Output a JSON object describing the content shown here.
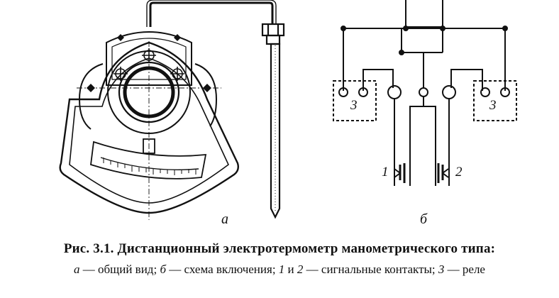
{
  "figure": {
    "label_a": "а",
    "label_b": "б",
    "relay_label": "3",
    "contact_1": "1",
    "contact_2": "2"
  },
  "caption": {
    "line1": "Рис. 3.1. Дистанционный электротермометр манометрического типа:",
    "line2_a_key": "а",
    "line2_a_text": " — общий вид; ",
    "line2_b_key": "б",
    "line2_b_text": " — схема включения; ",
    "line2_c_key": "1",
    "line2_c_mid": " и ",
    "line2_c_key2": "2",
    "line2_c_text": " — сигнальные контакты; ",
    "line2_d_key": "3",
    "line2_d_text": " — реле"
  }
}
